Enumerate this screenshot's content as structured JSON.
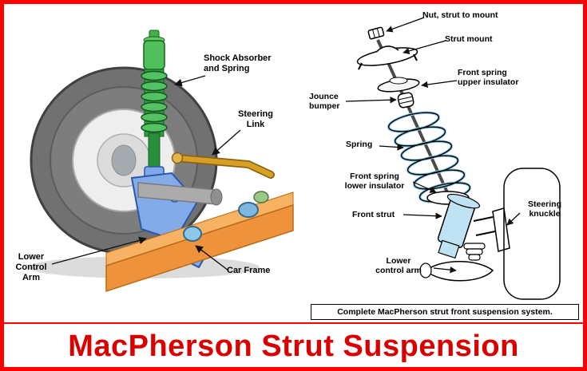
{
  "title": "MacPherson Strut Suspension",
  "left": {
    "labels": {
      "shock_absorber": "Shock Absorber\nand Spring",
      "steering_link": "Steering\nLink",
      "lower_control_arm": "Lower\nControl\nArm",
      "car_frame": "Car Frame"
    }
  },
  "right": {
    "labels": {
      "nut": "Nut, strut to mount",
      "strut_mount": "Strut mount",
      "upper_insulator": "Front spring\nupper insulator",
      "jounce_bumper": "Jounce\nbumper",
      "spring": "Spring",
      "lower_insulator": "Front spring\nlower insulator",
      "front_strut": "Front strut",
      "steering_knuckle": "Steering\nknuckle",
      "lower_control_arm": "Lower\ncontrol arm"
    },
    "caption": "Complete MacPherson strut front suspension system."
  },
  "colors": {
    "border_red": "#ff0000",
    "title_red": "#d90000"
  }
}
